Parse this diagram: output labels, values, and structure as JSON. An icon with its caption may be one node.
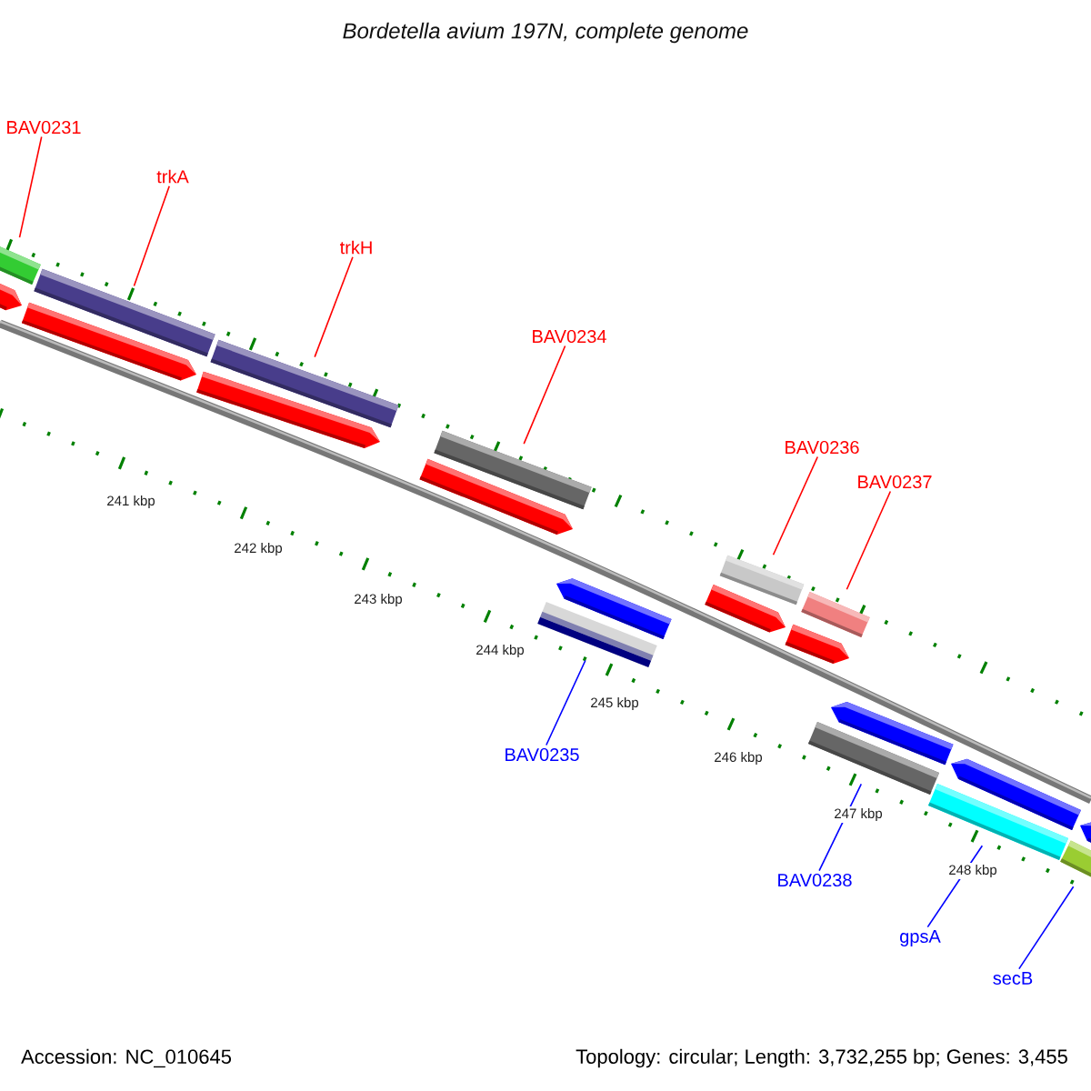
{
  "diagram": {
    "title": "Bordetella avium 197N, complete genome",
    "nodes": [
      {
        "text": [
          "BAV0231"
        ]
      },
      {
        "text": [
          "trkA"
        ]
      },
      {
        "text": [
          "trkH"
        ]
      },
      {
        "text": [
          "BAV0234"
        ]
      },
      {
        "text": [
          "BAV0236"
        ]
      },
      {
        "text": [
          "BAV0237"
        ]
      },
      {
        "text": [
          "BAV0235"
        ]
      },
      {
        "text": [
          "BAV0238"
        ]
      },
      {
        "text": [
          "gpsA"
        ]
      },
      {
        "text": [
          "secB"
        ]
      },
      {
        "text": [],
        "shape": "bar"
      },
      {
        "text": [],
        "shape": "bar"
      },
      {
        "text": [],
        "shape": "bar"
      },
      {
        "text": [],
        "shape": "bar"
      },
      {
        "text": [],
        "shape": "bar"
      },
      {
        "text": [],
        "shape": "bar"
      },
      {
        "text": [],
        "shape": "bar"
      },
      {
        "text": [],
        "shape": "bar"
      },
      {
        "text": [],
        "shape": "bar"
      },
      {
        "text": [],
        "shape": "bar"
      },
      {
        "text": [],
        "shape": "bar"
      },
      {
        "text": [],
        "shape": "bar"
      },
      {
        "text": [],
        "shape": "bar"
      },
      {
        "text": [],
        "shape": "bar"
      },
      {
        "text": [],
        "shape": "bar"
      },
      {
        "text": [],
        "shape": "bar"
      },
      {
        "text": [],
        "shape": "bar"
      },
      {
        "text": [],
        "shape": "bar"
      },
      {
        "text": [],
        "shape": "bar"
      },
      {
        "text": [],
        "shape": "bar"
      }
    ],
    "edges": [
      {
        "from": 0,
        "to": 10,
        "arrow": "none"
      },
      {
        "from": 1,
        "to": 11,
        "arrow": "none"
      },
      {
        "from": 2,
        "to": 12,
        "arrow": "none"
      },
      {
        "from": 3,
        "to": 13,
        "arrow": "none"
      },
      {
        "from": 4,
        "to": 14,
        "arrow": "none"
      },
      {
        "from": 5,
        "to": 15,
        "arrow": "none"
      },
      {
        "from": 6,
        "to": 16,
        "arrow": "none",
        "color": "#0000ff"
      },
      {
        "from": 7,
        "to": 17,
        "arrow": "none",
        "color": "#0000ff"
      },
      {
        "from": 8,
        "to": 18,
        "arrow": "none",
        "color": "#0000ff"
      },
      {
        "from": 9,
        "to": 19,
        "arrow": "none",
        "color": "#0000ff"
      }
    ],
    "labels": [
      "241 kbp",
      "242 kbp",
      "243 kbp",
      "244 kbp",
      "245 kbp",
      "246 kbp",
      "247 kbp",
      "248 kbp",
      "Accession: NC_010645",
      "Topology: circular; Length: 3,732,255 bp; Genes: 3,455"
    ]
  }
}
